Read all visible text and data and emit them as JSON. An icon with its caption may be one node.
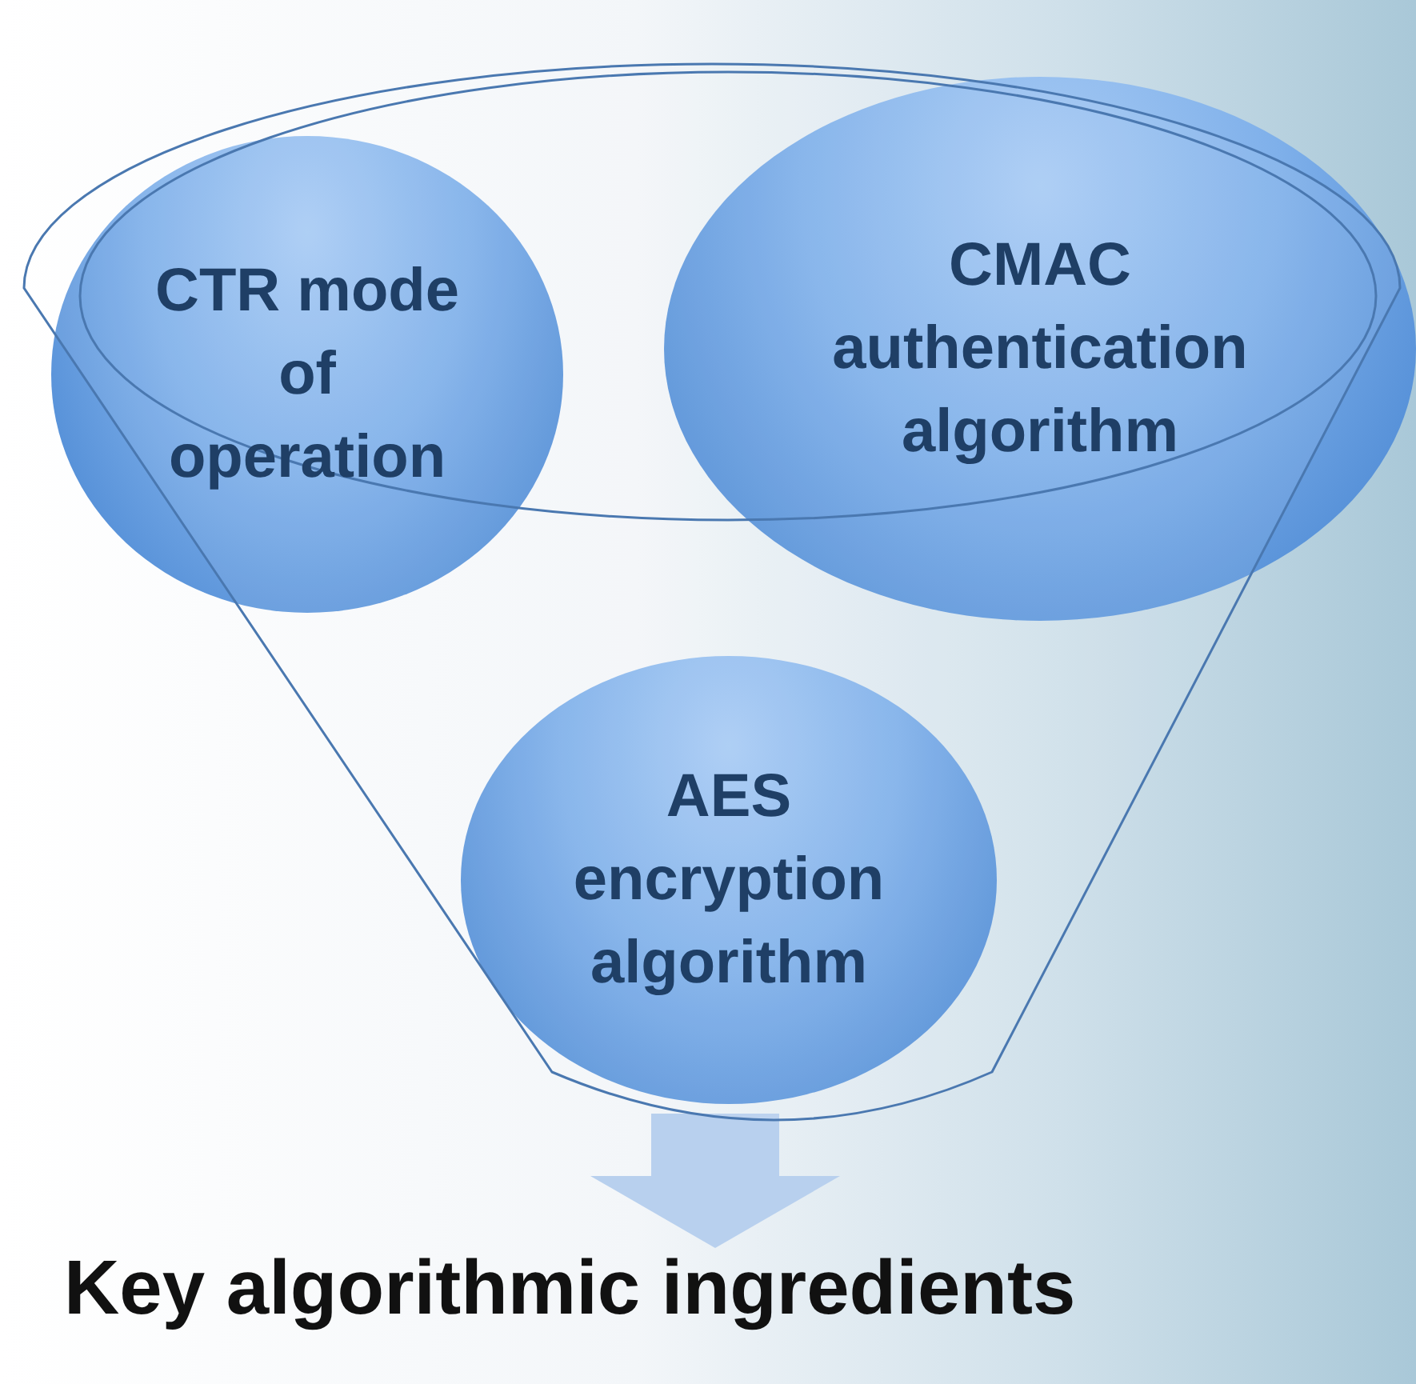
{
  "diagram": {
    "nodes": [
      {
        "text": [],
        "shape": "funnel"
      },
      {
        "text": [
          "CTR mode of operation"
        ],
        "in": 0
      },
      {
        "text": [
          "CMAC authentication algorithm"
        ],
        "in": 0
      },
      {
        "text": [
          "AES encryption algorithm"
        ],
        "in": 0
      },
      {
        "text": [
          "Key algorithmic ingredients"
        ]
      }
    ],
    "edges": [
      {
        "from": 0,
        "to": 4,
        "arrow": "to"
      }
    ]
  }
}
